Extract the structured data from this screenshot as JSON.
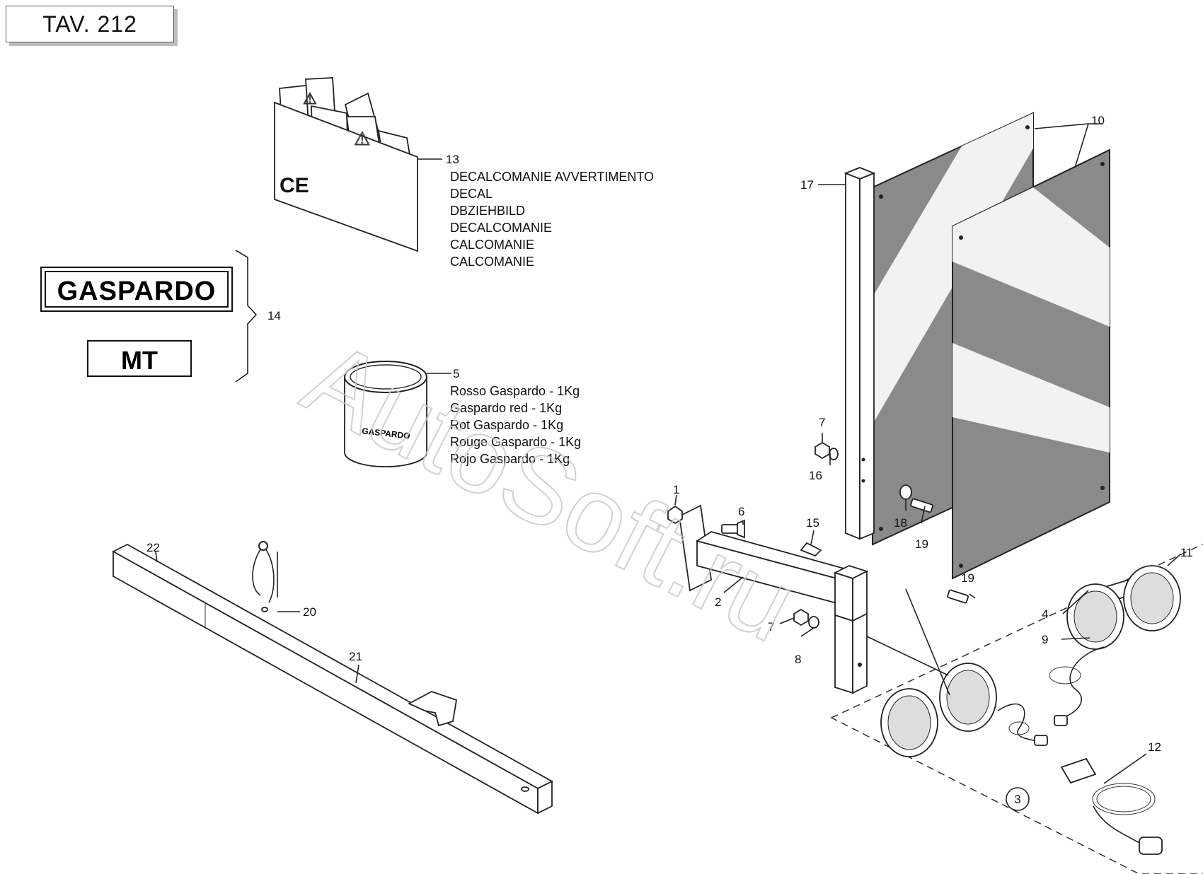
{
  "sheet": {
    "table_id": "TAV. 212"
  },
  "watermark": "AutoSoft.ru",
  "logos": {
    "brand": "GASPARDO",
    "model": "MT"
  },
  "paint_can_label": "GASPARDO",
  "decal_mark": "CE",
  "callouts": {
    "c1": "1",
    "c2": "2",
    "c3": "3",
    "c4": "4",
    "c5": "5",
    "c6": "6",
    "c7a": "7",
    "c7b": "7",
    "c8": "8",
    "c9": "9",
    "c10": "10",
    "c11": "11",
    "c12": "12",
    "c13": "13",
    "c14": "14",
    "c15": "15",
    "c16": "16",
    "c17": "17",
    "c18": "18",
    "c19a": "19",
    "c19b": "19",
    "c20": "20",
    "c21": "21",
    "c22": "22"
  },
  "decal_descriptions": [
    "DECALCOMANIE AVVERTIMENTO",
    "DECAL",
    "DBZIEHBILD",
    "DECALCOMANIE",
    "CALCOMANIE",
    "CALCOMANIE"
  ],
  "paint_descriptions": [
    "Rosso Gaspardo - 1Kg",
    "Gaspardo red - 1Kg",
    "Rot Gaspardo - 1Kg",
    "Rouge Gaspardo - 1Kg",
    "Rojo Gaspardo - 1Kg"
  ],
  "colors": {
    "panel_dark": "#8a8a8a",
    "panel_light": "#f2f2f2",
    "line": "#222222",
    "shadow": "#bdbdbd"
  }
}
